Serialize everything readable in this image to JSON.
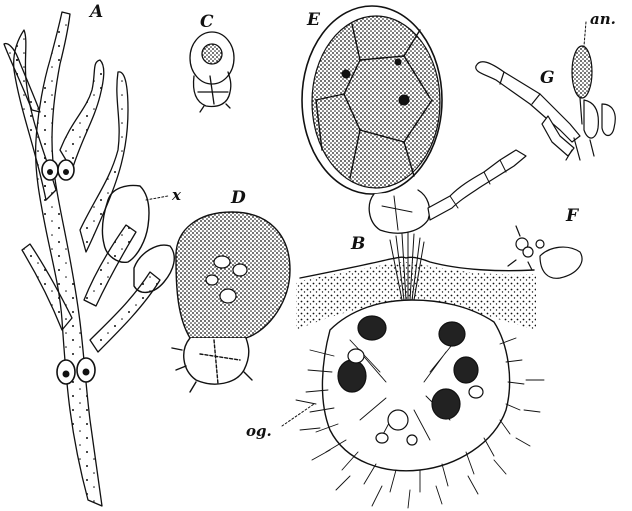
{
  "figure": {
    "panels": [
      {
        "label": "A"
      },
      {
        "label": "B"
      },
      {
        "label": "C"
      },
      {
        "label": "D"
      },
      {
        "label": "E"
      },
      {
        "label": "F"
      },
      {
        "label": "G"
      }
    ],
    "annotations": {
      "x": "x",
      "an": "an.",
      "og": "og."
    }
  }
}
